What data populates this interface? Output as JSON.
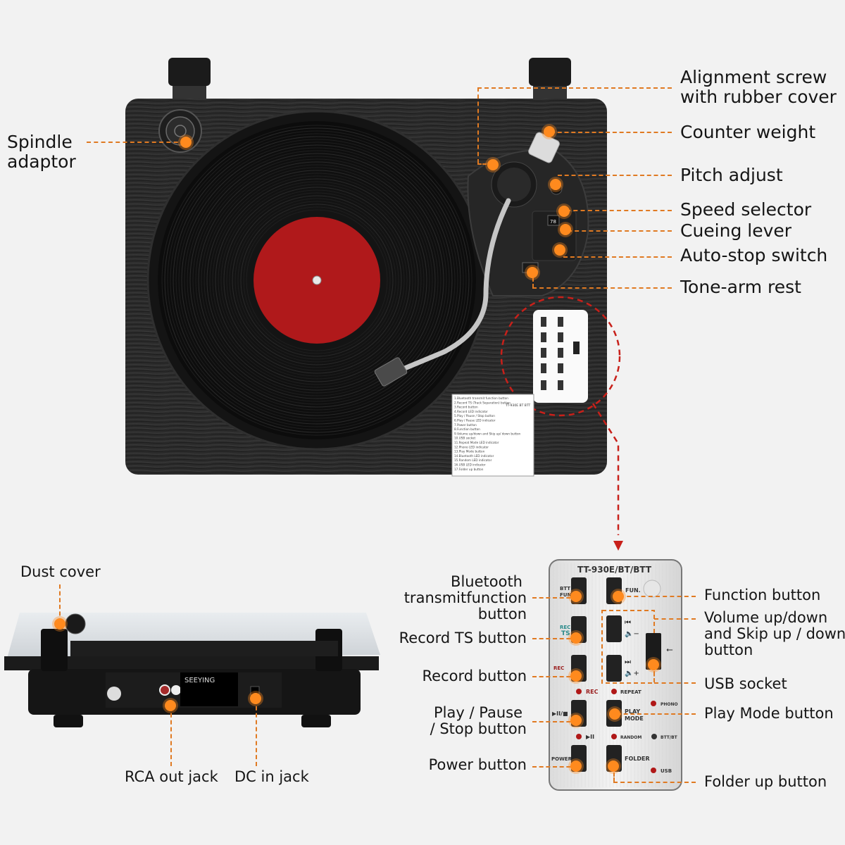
{
  "top_view": {
    "labels": {
      "spindle_adaptor": [
        "Spindle",
        "adaptor"
      ],
      "alignment_screw": [
        "Alignment screw",
        "with rubber cover"
      ],
      "counter_weight": "Counter weight",
      "pitch_adjust": "Pitch adjust",
      "speed_selector": "Speed selector",
      "cueing_lever": "Cueing lever",
      "auto_stop_switch": "Auto-stop switch",
      "tone_arm_rest": "Tone-arm rest"
    },
    "speed_display": "78",
    "sticker_items": [
      "1.Bluetooth transmit function button",
      "2.Record TS (Track Separation) button",
      "3.Record button",
      "4.Record LED indicator",
      "5.Play / Pause / Stop button",
      "6.Play / Pause LED indicator",
      "7.Power button",
      "8.Function button",
      "9.Volume up/down and Skip up/ down button",
      "10.USB socket",
      "11.Repeat Mode LED indicator",
      "12.Phono LED indicator",
      "13.Play Mode button",
      "14.Bluetooth LED indicator",
      "15.Random LED indicator",
      "16.USB LED indicator",
      "17.Folder up button"
    ],
    "sticker_model": "TT-930E BT BTT"
  },
  "rear_view": {
    "labels": {
      "dust_cover": "Dust cover",
      "rca_out_jack": "RCA out jack",
      "dc_in_jack": "DC in jack"
    },
    "brand": "SEEYING"
  },
  "control_panel": {
    "model": "TT-930E/BT/BTT",
    "buttons": {
      "btt_fun": [
        "BTT",
        "FUN."
      ],
      "rec_ts": [
        "REC",
        "TS"
      ],
      "rec": "REC",
      "play_pause_stop": "▶II/■",
      "power": "POWER",
      "fun": "FUN.",
      "play_mode": [
        "PLAY",
        "MODE"
      ],
      "folder": "FOLDER"
    },
    "leds": {
      "rec": "REC",
      "repeat": "REPEAT",
      "phono": "PHONO",
      "play": "▶II",
      "random": "RANDOM",
      "btt_bt": "BTT/BT",
      "usb": "USB"
    },
    "left_labels": {
      "bluetooth": [
        "Bluetooth",
        "transmitfunction",
        "button"
      ],
      "record_ts": "Record TS button",
      "record": "Record button",
      "play_pause": [
        "Play / Pause",
        "/ Stop button"
      ],
      "power": "Power button"
    },
    "right_labels": {
      "function": "Function button",
      "volume_skip": [
        "Volume up/down",
        "and Skip up / down",
        "button"
      ],
      "usb_socket": "USB socket",
      "play_mode": "Play Mode button",
      "folder_up": "Folder up button"
    }
  },
  "colors": {
    "accent_orange": "#ff8a1e",
    "record_label_red": "#b0191b",
    "plinth": "#2a2a2a",
    "background": "#f2f2f2"
  }
}
